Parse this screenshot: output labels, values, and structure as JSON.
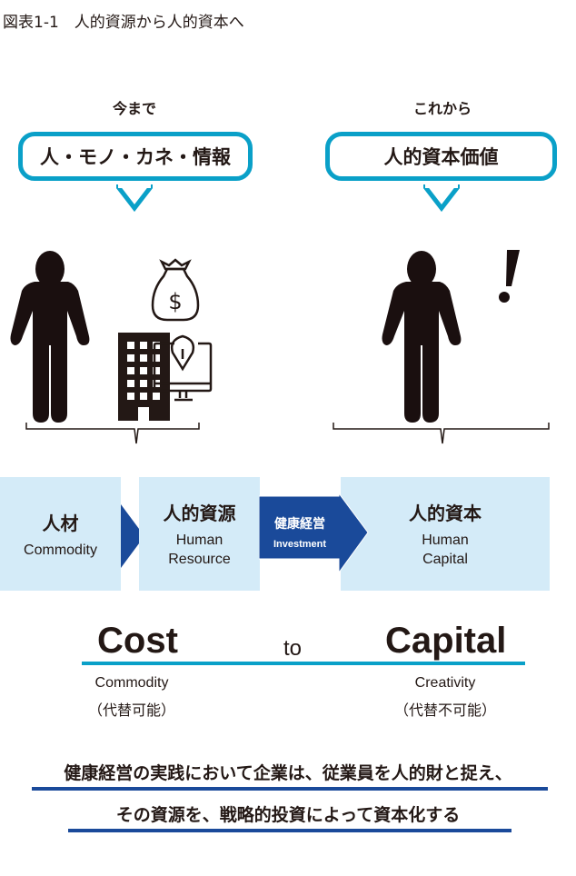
{
  "title": "図表1-1　人的資源から人的資本へ",
  "before": {
    "label": "今まで",
    "bubble": "人・モノ・カネ・情報"
  },
  "after": {
    "label": "これから",
    "bubble": "人的資本価値"
  },
  "flow": [
    {
      "jp": "人材",
      "en1": "Commodity",
      "en2": ""
    },
    {
      "jp": "人的資源",
      "en1": "Human",
      "en2": "Resource"
    },
    {
      "jp": "人的資本",
      "en1": "Human",
      "en2": "Capital"
    }
  ],
  "arrow": {
    "jp": "健康経営",
    "en": "Investment"
  },
  "colors": {
    "cyan": "#0aa0c8",
    "navy": "#1a4a9a",
    "light": "#d4ebf8"
  },
  "shift": {
    "from": "Cost",
    "to_word": "to",
    "to": "Capital",
    "from_sub": "Commodity",
    "from_note": "（代替可能）",
    "to_sub": "Creativity",
    "to_note": "（代替不可能）"
  },
  "conclusion": {
    "line1": "健康経営の実践において企業は、従業員を人的財と捉え、",
    "line2": "その資源を、戦略的投資によって資本化する"
  }
}
